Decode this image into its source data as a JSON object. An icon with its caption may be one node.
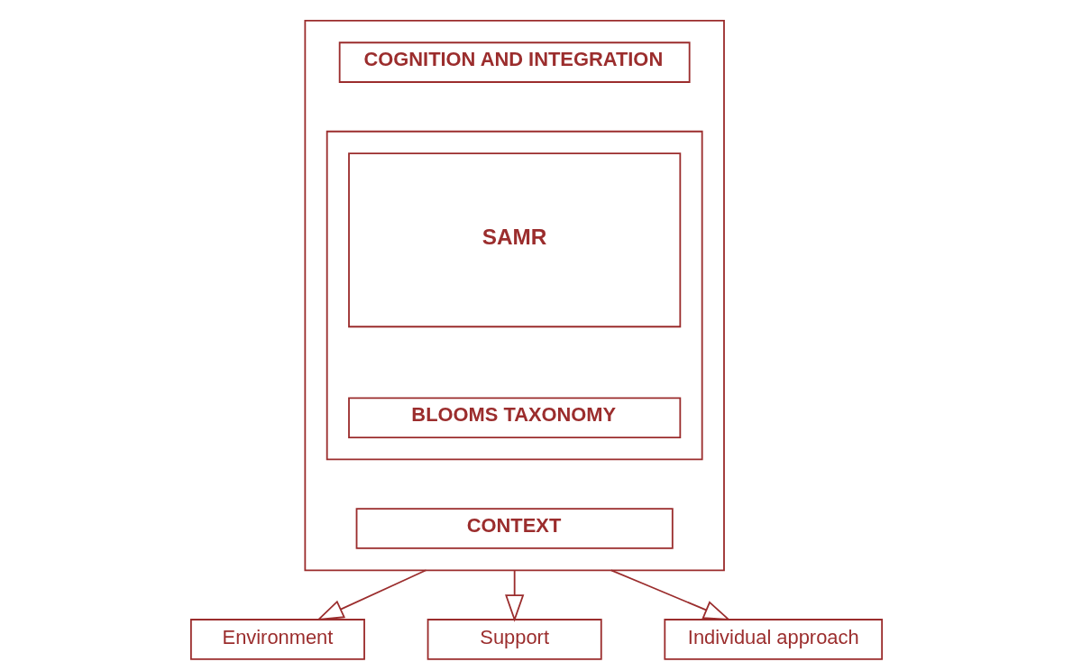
{
  "diagram": {
    "nodes": [
      {
        "text": [],
        "shape": "box"
      },
      {
        "text": [
          "COGNITION AND INTEGRATION"
        ],
        "in": 0
      },
      {
        "text": [],
        "shape": "box",
        "in": 0
      },
      {
        "text": [
          "SAMR"
        ],
        "in": 2
      },
      {
        "text": [
          "BLOOMS TAXONOMY"
        ],
        "in": 2
      },
      {
        "text": [
          "CONTEXT"
        ],
        "in": 0
      },
      {
        "text": [
          "Environment"
        ]
      },
      {
        "text": [
          "Support"
        ]
      },
      {
        "text": [
          "Individual approach"
        ]
      }
    ],
    "edges": [
      {
        "from": 0,
        "to": 6,
        "arrow": "to"
      },
      {
        "from": 0,
        "to": 7,
        "arrow": "to"
      },
      {
        "from": 0,
        "to": 8,
        "arrow": "to"
      }
    ]
  }
}
